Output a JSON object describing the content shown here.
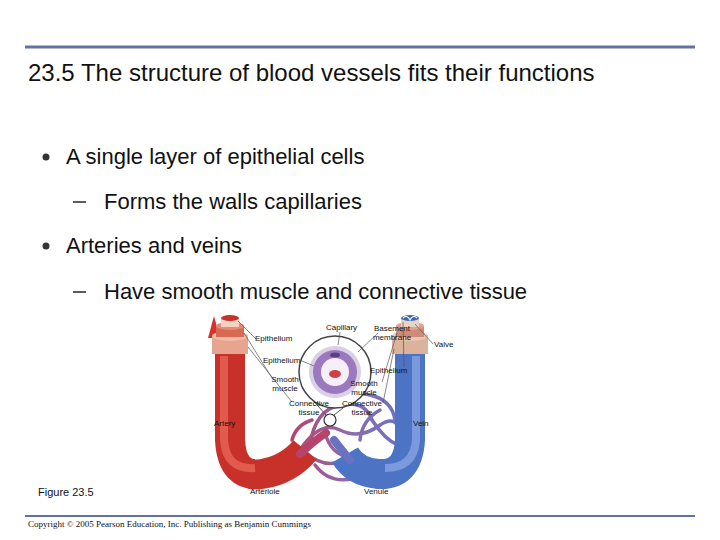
{
  "diagram": {
    "title": "23.5 The structure of blood vessels fits their functions",
    "caption": "Figure 23.5",
    "labels": [
      "A single layer of epithelial cells",
      "Forms the walls capillaries",
      "Arteries and veins",
      "Have smooth muscle and connective tissue",
      "Capillary",
      "Basement membrane",
      "Epithelium",
      "Valve",
      "Epithelium",
      "Epithelium",
      "Smooth muscle",
      "Smooth muscle",
      "Connective tissue",
      "Connective tissue",
      "Artery",
      "Vein",
      "Arteriole",
      "Venule",
      "Copyright © 2005 Pearson Education, Inc. Publishing as Benjamin Cummings"
    ]
  }
}
